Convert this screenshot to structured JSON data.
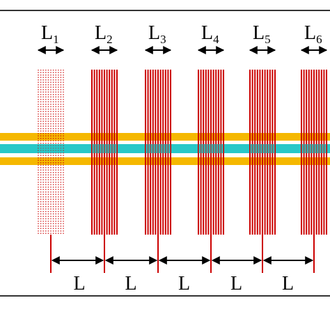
{
  "colors": {
    "frame": "#333333",
    "grating": "#cc0000",
    "cladding": "#f5b800",
    "core": "#28c8c8",
    "arrow": "#000000"
  },
  "gratings": [
    {
      "name": "L",
      "sub": "1",
      "style": "dotted"
    },
    {
      "name": "L",
      "sub": "2",
      "style": "solid"
    },
    {
      "name": "L",
      "sub": "3",
      "style": "solid"
    },
    {
      "name": "L",
      "sub": "4",
      "style": "solid"
    },
    {
      "name": "L",
      "sub": "5",
      "style": "solid"
    },
    {
      "name": "L",
      "sub": "6",
      "style": "solid"
    }
  ],
  "spacings": [
    "L",
    "L",
    "L",
    "L",
    "L"
  ]
}
